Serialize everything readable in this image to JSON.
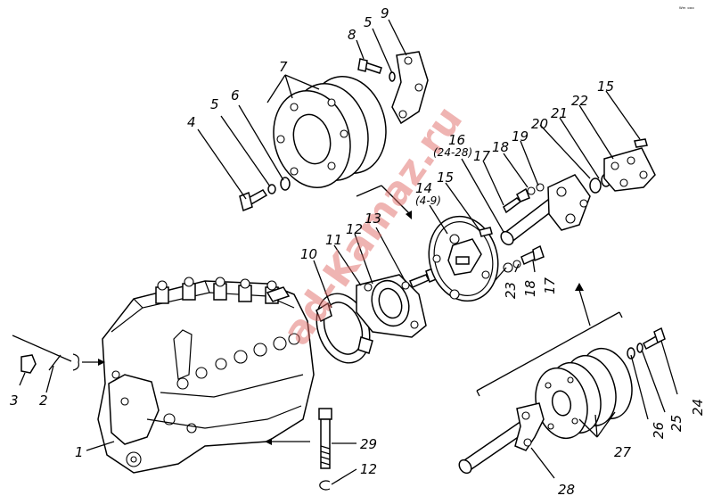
{
  "watermark": "ad-Kamaz.ru",
  "corner_mark": "ᵂᵐ ᵒᵒᵒ",
  "labels": {
    "l1": "1",
    "l2": "2",
    "l3": "3",
    "l4": "4",
    "l5a": "5",
    "l5b": "5",
    "l6": "6",
    "l7": "7",
    "l8": "8",
    "l9": "9",
    "l10": "10",
    "l11": "11",
    "l12a": "12",
    "l12b": "12",
    "l13": "13",
    "l14": "14",
    "l14sub": "(4-9)",
    "l15a": "15",
    "l15b": "15",
    "l16": "16",
    "l16sub": "(24-28)",
    "l17a": "17",
    "l17b": "17",
    "l18a": "18",
    "l18b": "18",
    "l19": "19",
    "l20": "20",
    "l21": "21",
    "l22": "22",
    "l23": "23",
    "l24": "24",
    "l25": "25",
    "l26": "26",
    "l27": "27",
    "l28": "28",
    "l29": "29"
  }
}
